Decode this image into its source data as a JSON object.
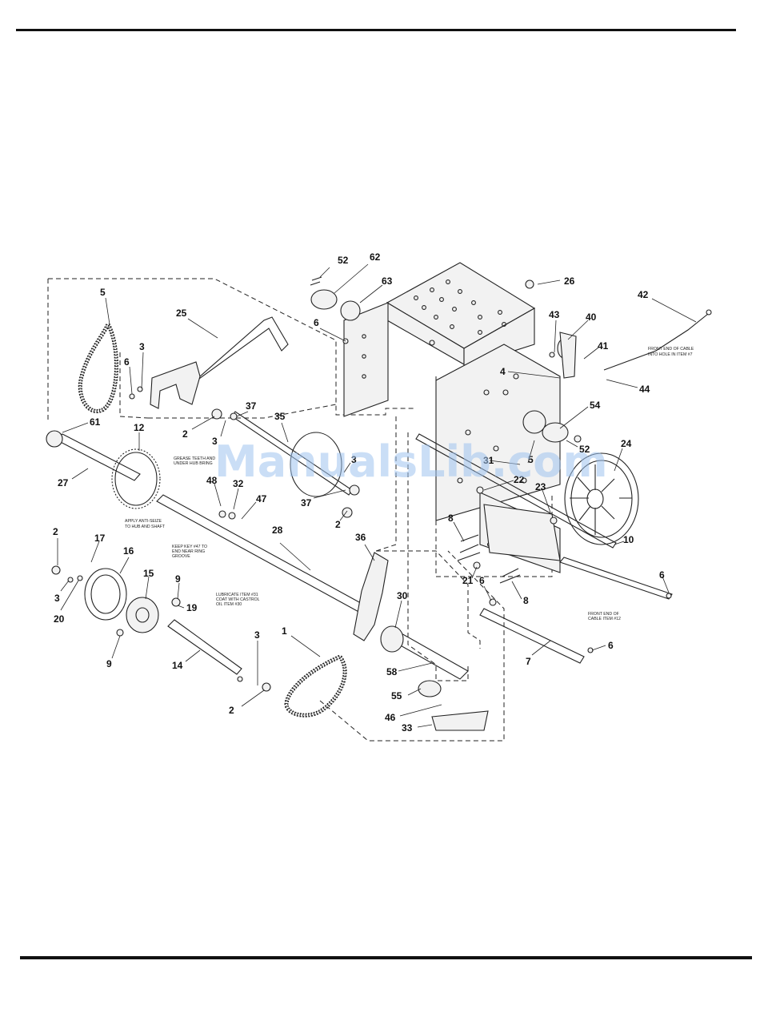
{
  "watermark": "ManualsLib.com",
  "callouts": [
    {
      "id": "c52a",
      "label": "52"
    },
    {
      "id": "c62",
      "label": "62"
    },
    {
      "id": "c63",
      "label": "63"
    },
    {
      "id": "c26",
      "label": "26"
    },
    {
      "id": "c42",
      "label": "42"
    },
    {
      "id": "c43",
      "label": "43"
    },
    {
      "id": "c40",
      "label": "40"
    },
    {
      "id": "c41",
      "label": "41"
    },
    {
      "id": "c4",
      "label": "4"
    },
    {
      "id": "c44",
      "label": "44"
    },
    {
      "id": "c54",
      "label": "54"
    },
    {
      "id": "c52b",
      "label": "52"
    },
    {
      "id": "c24",
      "label": "24"
    },
    {
      "id": "c5a",
      "label": "5"
    },
    {
      "id": "c25",
      "label": "25"
    },
    {
      "id": "c6a",
      "label": "6"
    },
    {
      "id": "c3a",
      "label": "3"
    },
    {
      "id": "c6b",
      "label": "6"
    },
    {
      "id": "c61",
      "label": "61"
    },
    {
      "id": "c12",
      "label": "12"
    },
    {
      "id": "c27",
      "label": "27"
    },
    {
      "id": "c2a",
      "label": "2"
    },
    {
      "id": "c37a",
      "label": "37"
    },
    {
      "id": "c3b",
      "label": "3"
    },
    {
      "id": "c35",
      "label": "35"
    },
    {
      "id": "c3c",
      "label": "3"
    },
    {
      "id": "c37b",
      "label": "37"
    },
    {
      "id": "c2b",
      "label": "2"
    },
    {
      "id": "c48",
      "label": "48"
    },
    {
      "id": "c32",
      "label": "32"
    },
    {
      "id": "c47",
      "label": "47"
    },
    {
      "id": "c31",
      "label": "31"
    },
    {
      "id": "c5b",
      "label": "5"
    },
    {
      "id": "c22",
      "label": "22"
    },
    {
      "id": "c23",
      "label": "23"
    },
    {
      "id": "c8a",
      "label": "8"
    },
    {
      "id": "c10",
      "label": "10"
    },
    {
      "id": "c6c",
      "label": "6"
    },
    {
      "id": "c21",
      "label": "21"
    },
    {
      "id": "c6d",
      "label": "6"
    },
    {
      "id": "c8b",
      "label": "8"
    },
    {
      "id": "c7",
      "label": "7"
    },
    {
      "id": "c6e",
      "label": "6"
    },
    {
      "id": "c28",
      "label": "28"
    },
    {
      "id": "c36",
      "label": "36"
    },
    {
      "id": "c2c",
      "label": "2"
    },
    {
      "id": "c17",
      "label": "17"
    },
    {
      "id": "c16",
      "label": "16"
    },
    {
      "id": "c15",
      "label": "15"
    },
    {
      "id": "c3d",
      "label": "3"
    },
    {
      "id": "c20",
      "label": "20"
    },
    {
      "id": "c9a",
      "label": "9"
    },
    {
      "id": "c19",
      "label": "19"
    },
    {
      "id": "c9b",
      "label": "9"
    },
    {
      "id": "c14",
      "label": "14"
    },
    {
      "id": "c30",
      "label": "30"
    },
    {
      "id": "c1",
      "label": "1"
    },
    {
      "id": "c3e",
      "label": "3"
    },
    {
      "id": "c58",
      "label": "58"
    },
    {
      "id": "c2d",
      "label": "2"
    },
    {
      "id": "c55",
      "label": "55"
    },
    {
      "id": "c46",
      "label": "46"
    },
    {
      "id": "c33",
      "label": "33"
    }
  ],
  "notes": {
    "cable_front_1": [
      "FRONT END OF CABLE",
      "INTO HOLE IN ITEM #7"
    ],
    "grease_teeth": [
      "GREASE TEETH AND",
      "UNDER HUB BRING"
    ],
    "anti_seize": [
      "APPLY ANTI-SEIZE",
      "TO HUB AND SHAFT"
    ],
    "keep_key": [
      "KEEP KEY #47 TO",
      "END NEAR RING",
      "GROOVE"
    ],
    "lubricate": [
      "LUBRICATE ITEM #31",
      "COAT WITH CASTROL",
      "OIL ITEM #30"
    ],
    "cable_front_2": [
      "FRONT END OF",
      "CABLE ITEM #12"
    ]
  }
}
